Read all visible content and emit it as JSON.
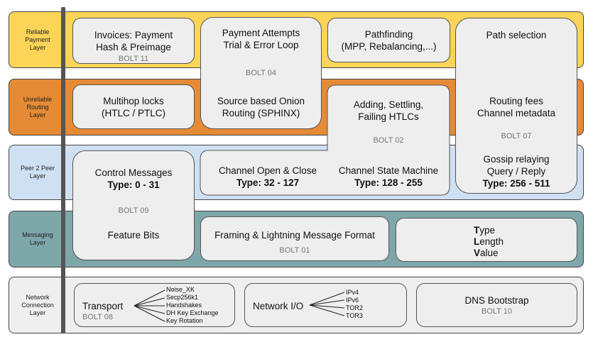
{
  "layers": [
    {
      "label": "Reliable\nPayment\nLayer",
      "color": "#fcd457"
    },
    {
      "label": "Unreliable\nRouting\nLayer",
      "color": "#e58a35"
    },
    {
      "label": "Peer 2 Peer\nLayer",
      "color": "#cfe0f3"
    },
    {
      "label": "Messaging\nLayer",
      "color": "#7ea7aa"
    },
    {
      "label": "Network\nConnection\nLayer",
      "color": "#efefef"
    }
  ],
  "boxes": {
    "invoices": {
      "line1": "Invoices: Payment",
      "line2": "Hash & Preimage",
      "bolt": "BOLT 11"
    },
    "payment_attempts": {
      "line1": "Payment Attempts",
      "line2": "Trial & Error Loop",
      "bolt": "BOLT 04",
      "line3": "Source based Onion",
      "line4": "Routing (SPHINX)"
    },
    "pathfinding": {
      "line1": "Pathfinding",
      "line2": "(MPP, Rebalancing,...)"
    },
    "path_selection": {
      "line1": "Path selection",
      "line2": "Routing fees",
      "line3": "Channel metadata",
      "bolt": "BOLT 07",
      "line4": "Gossip relaying",
      "line5": "Query / Reply",
      "type": "Type: 256 - 511"
    },
    "multihop": {
      "line1": "Multihop locks",
      "line2": "(HTLC / PTLC)"
    },
    "htlcs": {
      "line1": "Adding, Settling,",
      "line2": "Failing HTLCs",
      "bolt": "BOLT 02",
      "line3": "Channel Open & Close",
      "type3": "Type: 32 - 127",
      "line4": "Channel State Machine",
      "type4": "Type: 128 - 255"
    },
    "control": {
      "line1": "Control Messages",
      "type": "Type: 0 - 31",
      "bolt": "BOLT 09",
      "line2": "Feature Bits"
    },
    "framing": {
      "line1": "Framing & Lightning Message Format",
      "bolt": "BOLT 01"
    },
    "tlv": {
      "t1": "T",
      "t1rest": "ype",
      "t2": "L",
      "t2rest": "ength",
      "t3": "V",
      "t3rest": "alue"
    },
    "transport": {
      "line1": "Transport",
      "bolt": "BOLT 08",
      "items": [
        "Noise_XK",
        "Secp256k1",
        "Handshakes",
        "DH Key Exchange",
        "Key Rotation"
      ]
    },
    "network_io": {
      "line1": "Network I/O",
      "items": [
        "IPv4",
        "IPv6",
        "TOR2",
        "TOR3"
      ]
    },
    "dns": {
      "line1": "DNS Bootstrap",
      "bolt": "BOLT 10"
    }
  }
}
